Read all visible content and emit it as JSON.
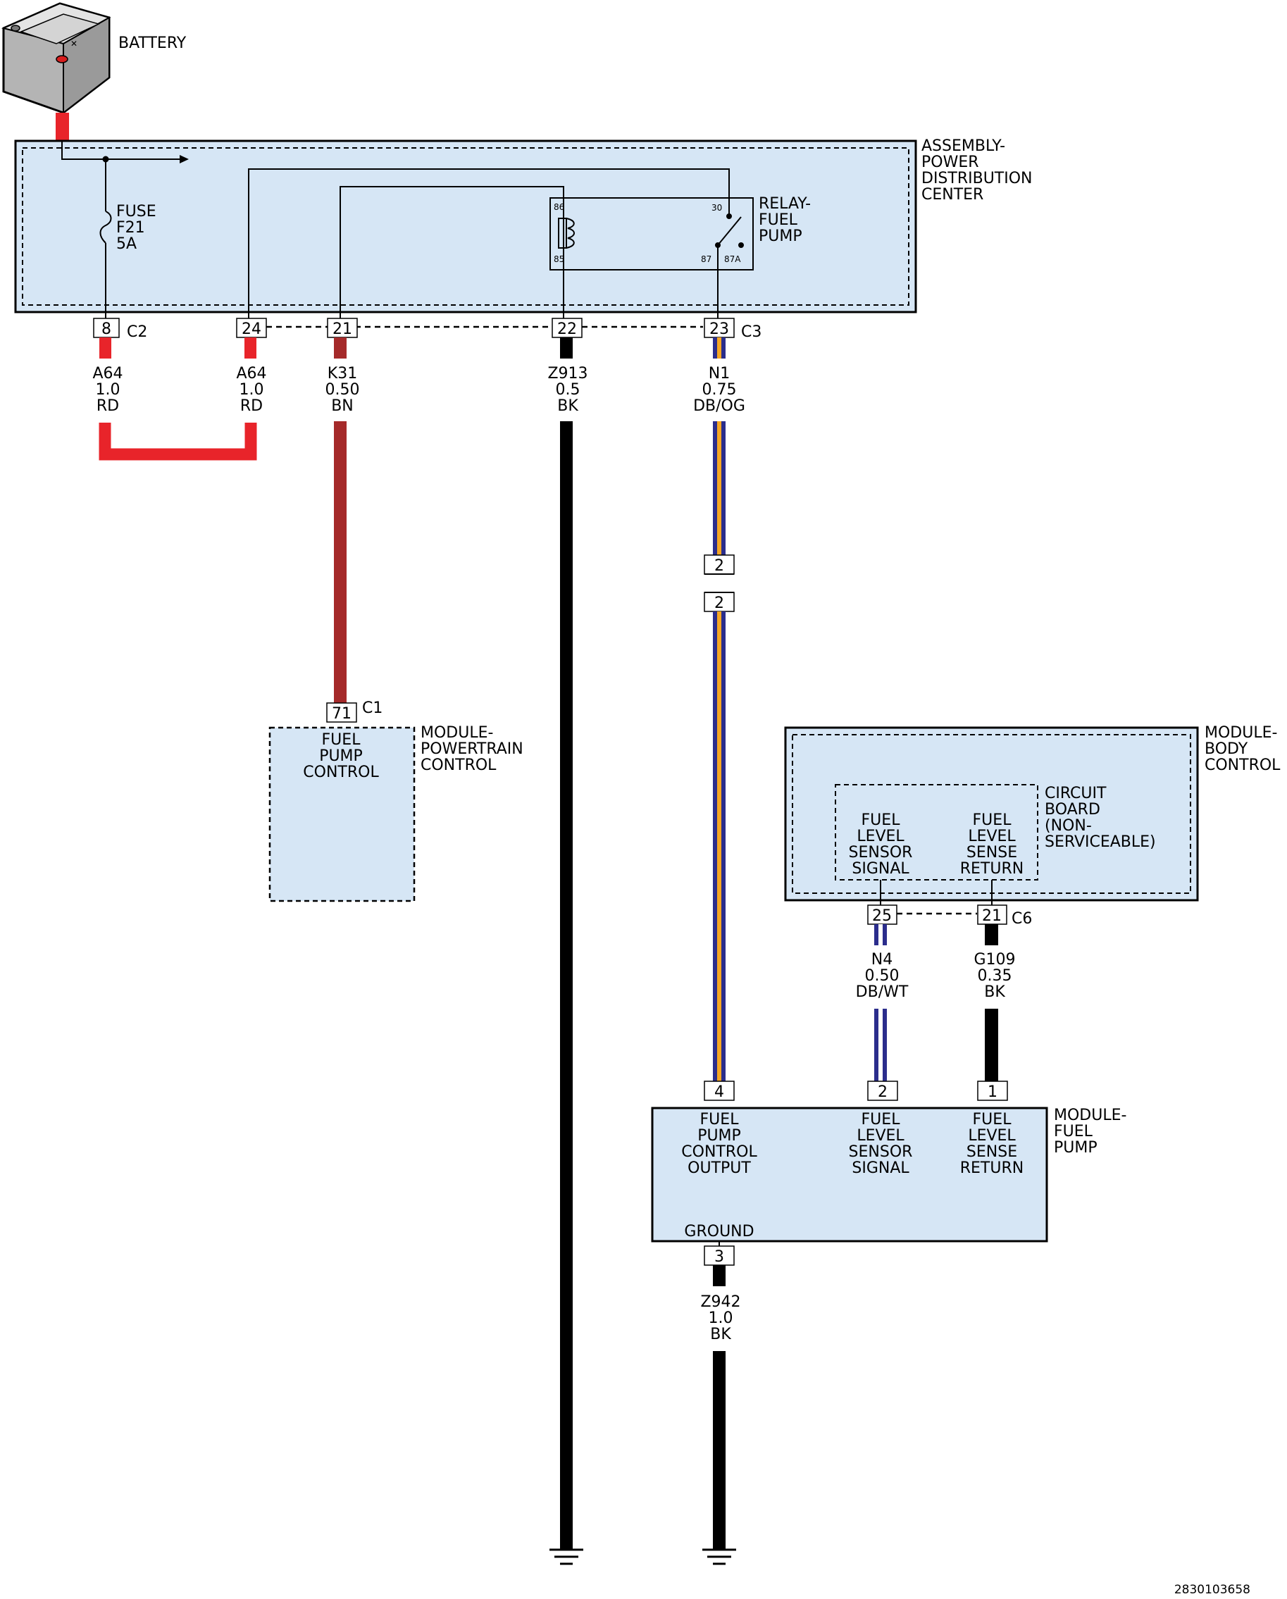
{
  "battery": {
    "label": "BATTERY"
  },
  "pdc": {
    "label": [
      "ASSEMBLY-",
      "POWER",
      "DISTRIBUTION",
      "CENTER"
    ],
    "fuse": [
      "FUSE",
      "F21",
      "5A"
    ],
    "relay": {
      "label": [
        "RELAY-",
        "FUEL",
        "PUMP"
      ],
      "pins": [
        "86",
        "85",
        "30",
        "87",
        "87A"
      ]
    },
    "connectors": {
      "c2": "C2",
      "c3": "C3"
    },
    "pins": [
      "8",
      "24",
      "21",
      "22",
      "23"
    ]
  },
  "wires": {
    "a64_left": [
      "A64",
      "1.0",
      "RD"
    ],
    "a64_right": [
      "A64",
      "1.0",
      "RD"
    ],
    "k31": [
      "K31",
      "0.50",
      "BN"
    ],
    "z913": [
      "Z913",
      "0.5",
      "BK"
    ],
    "n1": [
      "N1",
      "0.75",
      "DB/OG"
    ],
    "n4": [
      "N4",
      "0.50",
      "DB/WT"
    ],
    "g109": [
      "G109",
      "0.35",
      "BK"
    ],
    "z942": [
      "Z942",
      "1.0",
      "BK"
    ]
  },
  "inline_connector": {
    "pins": [
      "2",
      "2"
    ]
  },
  "pcm": {
    "label": [
      "MODULE-",
      "POWERTRAIN",
      "CONTROL"
    ],
    "connector": "C1",
    "pin": "71",
    "function": [
      "FUEL",
      "PUMP",
      "CONTROL"
    ]
  },
  "bcm": {
    "label": [
      "MODULE-",
      "BODY",
      "CONTROL"
    ],
    "circuit_board": [
      "CIRCUIT",
      "BOARD",
      "(NON-",
      "SERVICEABLE)"
    ],
    "signal": [
      "FUEL",
      "LEVEL",
      "SENSOR",
      "SIGNAL"
    ],
    "return": [
      "FUEL",
      "LEVEL",
      "SENSE",
      "RETURN"
    ],
    "connector": "C6",
    "pins": [
      "25",
      "21"
    ]
  },
  "fuel_pump_module": {
    "label": [
      "MODULE-",
      "FUEL",
      "PUMP"
    ],
    "pins": [
      "4",
      "2",
      "1",
      "3"
    ],
    "output": [
      "FUEL",
      "PUMP",
      "CONTROL",
      "OUTPUT"
    ],
    "signal": [
      "FUEL",
      "LEVEL",
      "SENSOR",
      "SIGNAL"
    ],
    "return": [
      "FUEL",
      "LEVEL",
      "SENSE",
      "RETURN"
    ],
    "ground": "GROUND"
  },
  "figure_id": "2830103658",
  "colors": {
    "red": "#e8242a",
    "brown": "#a52a2a",
    "black": "#000000",
    "dark_blue": "#2b2d8c",
    "orange": "#f5a623",
    "white": "#ffffff",
    "module_fill": "#d6e6f5"
  }
}
